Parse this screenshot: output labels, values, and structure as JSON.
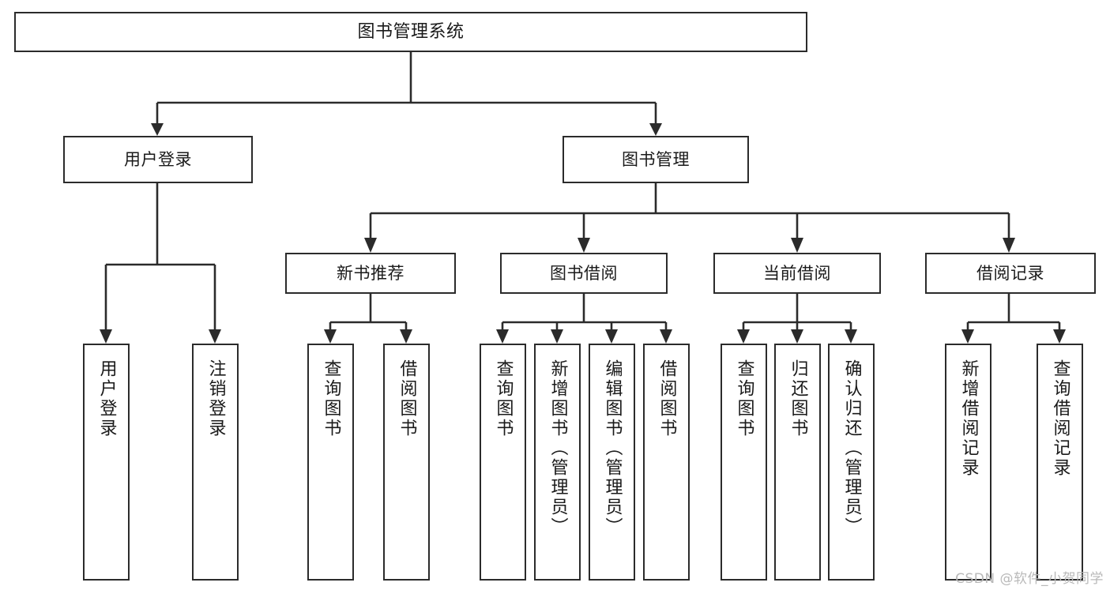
{
  "diagram": {
    "title": "图书管理系统",
    "watermark": "CSDN @软件_小贺同学",
    "stroke_color": "#2b2b2b",
    "background_color": "#ffffff",
    "text_color": "#1a1a1a",
    "watermark_color": "#b9b9b9",
    "nodes": {
      "root": {
        "label": "图书管理系统"
      },
      "level2": [
        {
          "label": "用户登录"
        },
        {
          "label": "图书管理"
        }
      ],
      "level3": [
        {
          "label": "新书推荐"
        },
        {
          "label": "图书借阅"
        },
        {
          "label": "当前借阅"
        },
        {
          "label": "借阅记录"
        }
      ],
      "leaves": {
        "user_login": [
          {
            "label": "用户登录"
          },
          {
            "label": "注销登录"
          }
        ],
        "new_book_recommend": [
          {
            "label": "查询图书"
          },
          {
            "label": "借阅图书"
          }
        ],
        "book_borrow": [
          {
            "label": "查询图书"
          },
          {
            "label": "新增图书（管理员）"
          },
          {
            "label": "编辑图书（管理员）"
          },
          {
            "label": "借阅图书"
          }
        ],
        "current_borrow": [
          {
            "label": "查询图书"
          },
          {
            "label": "归还图书"
          },
          {
            "label": "确认归还（管理员）"
          }
        ],
        "borrow_record": [
          {
            "label": "新增借阅记录"
          },
          {
            "label": "查询借阅记录"
          }
        ]
      }
    }
  }
}
